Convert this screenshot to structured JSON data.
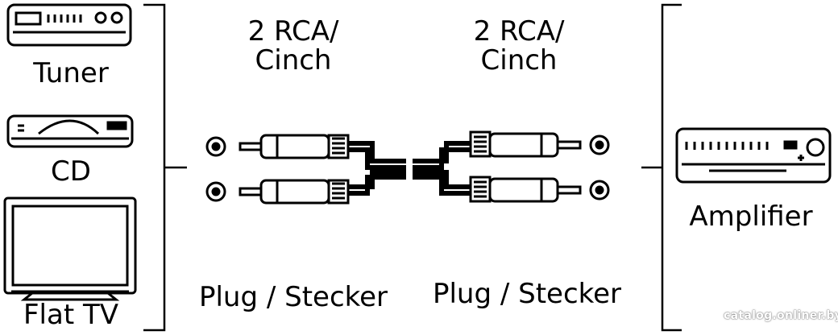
{
  "devices": {
    "tuner": "Tuner",
    "cd": "CD",
    "flat_tv": "Flat TV",
    "amplifier": "Amplifier"
  },
  "connectors": {
    "left_header_line1": "2 RCA/",
    "left_header_line2": "Cinch",
    "right_header_line1": "2 RCA/",
    "right_header_line2": "Cinch",
    "left_footer": "Plug / Stecker",
    "right_footer": "Plug / Stecker"
  },
  "watermark": "catalog.onliner.by"
}
